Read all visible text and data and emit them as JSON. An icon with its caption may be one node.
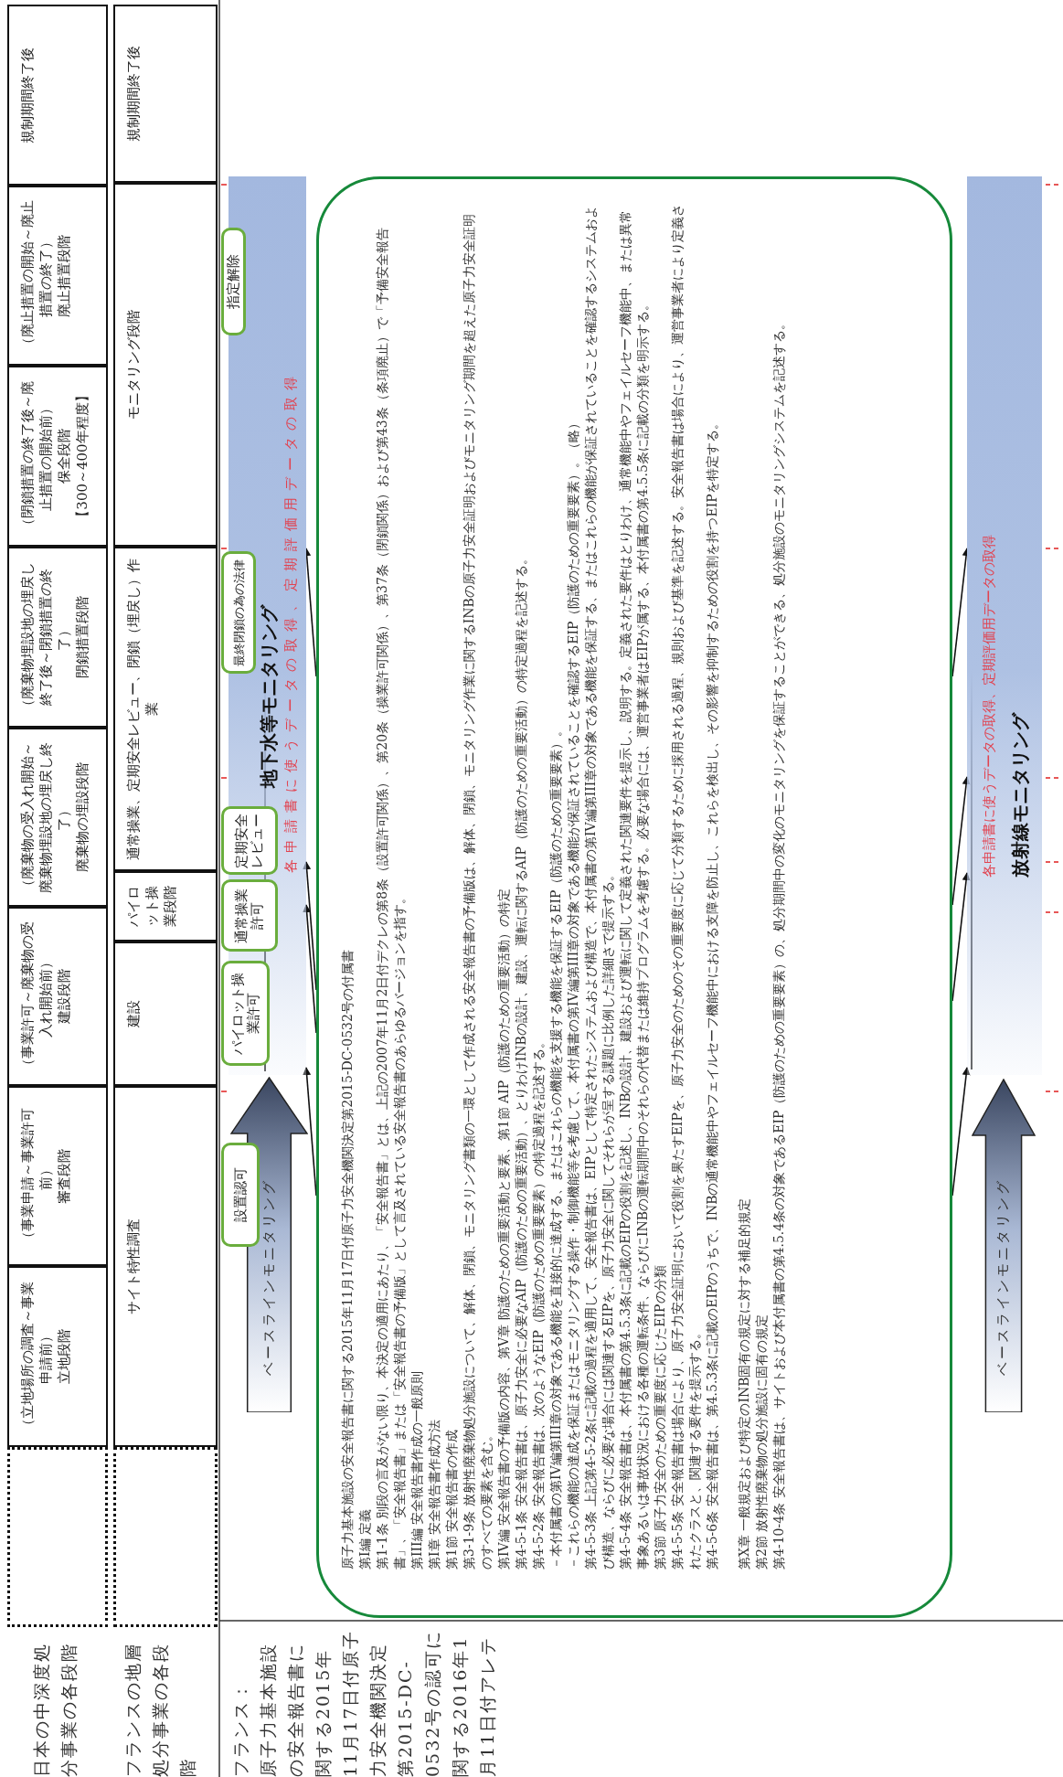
{
  "diagram": {
    "nodes": [
      {
        "text": [
          "日本の中深度処分事業の各段階"
        ]
      },
      {
        "text": [],
        "shape": "box"
      },
      {
        "text": [
          "（立地場所の調査～事業申請前）",
          "立地段階"
        ]
      },
      {
        "text": [
          "（事業申請～事業許可前）",
          "審査段階"
        ]
      },
      {
        "text": [
          "（事業許可～廃棄物の受入れ開始前）",
          "建設段階"
        ]
      },
      {
        "text": [
          "（廃棄物の受入れ開始～廃棄物埋設地の埋戻し終了）",
          "廃棄物の埋設段階"
        ]
      },
      {
        "text": [
          "（廃棄物埋設地の埋戻し終了後～閉鎖措置の終了）",
          "閉鎖措置段階"
        ]
      },
      {
        "text": [
          "（閉鎖措置の終了後～廃止措置の開始前）",
          "保全段階",
          "【300～400年程度】"
        ]
      },
      {
        "text": [
          "（廃止措置の開始～廃止措置の終了）",
          "廃止措置段階"
        ]
      },
      {
        "text": [
          "規制期間終了後"
        ]
      },
      {
        "text": [
          "フランスの地層処分事業の各段階"
        ]
      },
      {
        "text": [],
        "shape": "box"
      },
      {
        "text": [
          "サイト特性調査"
        ]
      },
      {
        "text": [
          "建設"
        ]
      },
      {
        "text": [
          "パイロット操業段階"
        ]
      },
      {
        "text": [
          "通常操業、定期安全レビュー、閉鎖（埋戻し）作業"
        ]
      },
      {
        "text": [
          "モニタリング段階"
        ]
      },
      {
        "text": [
          "規制期間終了後"
        ]
      },
      {
        "text": [
          "フランス：",
          "原子力基本施設の安全報告書に関する2015年11月17日付原子力安全機関決定第2015-DC-0532号の認可に関する2016年1月11日付アレテ"
        ]
      },
      {
        "text": [
          "地下水等モニタリング",
          "各申請書に使うデータの取得、定期評価用データの取得"
        ]
      },
      {
        "text": [
          "ベースラインモニタリング"
        ]
      },
      {
        "text": [
          "設置認可"
        ]
      },
      {
        "text": [
          "パイロット操業許可"
        ]
      },
      {
        "text": [
          "通常操業許可"
        ]
      },
      {
        "text": [
          "定期安全レビュー"
        ]
      },
      {
        "text": [
          "最終閉鎖の為の法律"
        ]
      },
      {
        "text": [
          "指定解除"
        ]
      },
      {
        "text": [
          "原子力基本施設の安全報告書に関する2015年11月17日付原子力安全機関決定第2015-DC-0532号の付属書",
          "第I編 定義",
          "第1-1条 別段の言及がない限り、本決定の適用にあたり、「安全報告書」とは、上記の2007年11月2日付デクレの第8条（設置許可関係）、第20条（操業許可関係）、第37条（閉鎖関係）および第43条（条項廃止）で「予備安全報告書」、「安全報告書」または「安全報告書の予備版」として言及されている安全報告書のあらゆるバージョンを指す。",
          "第III編 安全報告書作成の一般原則",
          "第I章 安全報告書作成方法",
          "第1節 安全報告書の作成",
          "第3-1-9条 放射性廃棄物処分施設について、解体、閉鎖、モニタリング書類の一環として作成される安全報告書の予備版は、解体、閉鎖、モニタリング作業に関するINBの原子力安全証明およびモニタリング期間を超えた原子力安全証明のすべての要素を含む。",
          "第IV編 安全報告書の予備版の内容、第V章 防護のための重要活動と要素、第1節 AIP（防護のための重要活動）の特定",
          "第4-5-1条 安全報告書は、原子力安全に必要なAIP（防護のための重要活動）、とりわけINBの設計、建設、運転に関するAIP（防護のための重要活動）の特定過程を記述する。",
          "第4-5-2条 安全報告書は、次のようなEIP（防護のための重要要素）の特定過程を記述する。",
          "－本付属書の第IV編第III章の対象である機能を直接的に達成する、またはこれらの機能を支援する機能を保証するEIP（防護のための重要要素）。",
          "－これらの機能の達成を保証またはモニタリングする操作・制御機能等を考慮して、本付属書の第IV編第III章の対象である機能が保証されていることを確認するEIP（防護のための重要要素）。（略）",
          "第4-5-3条 上記第4-5-2条に記載の過程を適用して、安全報告書は、EIPとして特定されたシステムおよび構造で、本付属書の第IV編第III章の対象である機能を保証する、またはこれらの機能が保証されていることを確認するシステムおよび構造、ならびに必要な場合には関連するEIPを、原子力安全に関してそれらが呈する課題に比例した詳細さで提示する。",
          "第4-5-4条 安全報告書は、本付属書の第4.5.3条に記載のEIPの役割を記述し、INBの設計、建設および運転に関して定義された関連要件を提示し、説明する。定義された要件はとりわけ、通常機能中やフェイルセーフ機能中、または異常事象あるいは事故状況における各種の運転条件、ならびにINBの運転期間中のそれらの代替または維持プログラムを考慮する。必要な場合には、運営事業者はEIPが属する、本付属書の第4.5.5条に記載の分類を明示する。",
          "第3節 原子力安全のための重要度に応じたEIPの分類",
          "第4-5-5条 安全報告書は場合により、原子力安全証明において役割を果たすEIPを、原子力安全のためのその重要度に応じて分類するために採用される過程、規則および基準を記述する。安全報告書は場合により、運営事業者により定義されたクラスと、関連する要件を提示する。",
          "第4-5-6条 安全報告書は、第4.5.3条に記載のEIPのうちで、INBの通常機能中やフェイルセーフ機能中における支障を防止し、これらを検出し、その影響を抑制するための役割を持つEIPを特定する。",
          "第X章 一般規定および特定のINB固有の規定に対する補足的規定",
          "第2節 放射性廃棄物の処分施設に固有の規定",
          "第4-10-4条 安全報告書は、サイトおよび本付属書の第4.5.4条の対象であるEIP（防護のための重要要素）の、処分期間中の変化のモニタリングを保証することができる、処分施設のモニタリングシステムを記述する。"
        ]
      },
      {
        "text": [
          "各申請書に使うデータの取得、定期評価用データの取得",
          "放射線モニタリング"
        ]
      },
      {
        "text": [
          "ベースラインモニタリング"
        ]
      }
    ],
    "edges": [
      {
        "from": 27,
        "to": 19,
        "arrow": "to"
      },
      {
        "from": 27,
        "to": 19,
        "arrow": "to"
      },
      {
        "from": 27,
        "to": 19,
        "arrow": "to"
      },
      {
        "from": 27,
        "to": 19,
        "arrow": "to"
      },
      {
        "from": 27,
        "to": 28,
        "arrow": "to"
      },
      {
        "from": 27,
        "to": 28,
        "arrow": "to"
      },
      {
        "from": 27,
        "to": 28,
        "arrow": "to"
      },
      {
        "from": 27,
        "to": 28,
        "arrow": "to"
      }
    ]
  }
}
